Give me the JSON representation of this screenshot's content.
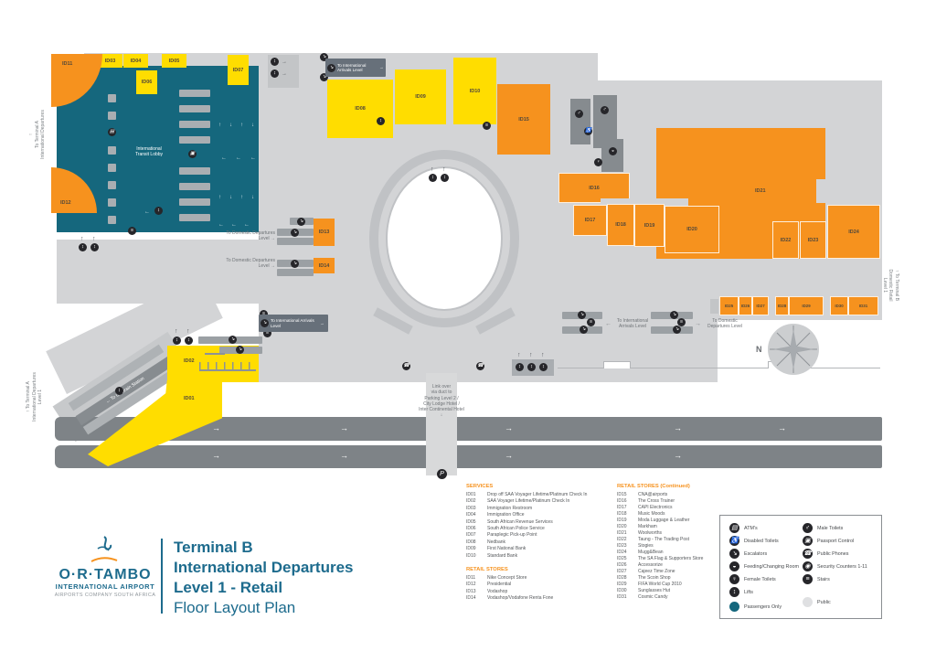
{
  "glyphs": {
    "up": "↑",
    "down": "↓",
    "left": "←",
    "right": "→",
    "phone": "☎",
    "lift": "↕",
    "escalator": "↘",
    "stairs": "≡",
    "atm": "▤",
    "passport": "▣",
    "male": "♂",
    "female": "♀",
    "disabled": "♿",
    "feeding": "◒",
    "security": "◉",
    "parking": "P",
    "north": "N"
  },
  "title_block": {
    "brand_line1": "O·R·TAMBO",
    "brand_line2": "INTERNATIONAL AIRPORT",
    "brand_line3": "AIRPORTS COMPANY SOUTH AFRICA",
    "title_line1": "Terminal B",
    "title_line2": "International Departures",
    "title_line3": "Level 1 - Retail",
    "title_line4": "Floor Layout Plan"
  },
  "map": {
    "blocks": {
      "id01": "ID01",
      "id02": "ID02",
      "id03": "ID03",
      "id04": "ID04",
      "id05": "ID05",
      "id06": "ID06",
      "id07": "ID07",
      "id08": "ID08",
      "id09": "ID09",
      "id10": "ID10",
      "id11": "ID11",
      "id12": "ID12",
      "id13": "ID13",
      "id14": "ID14",
      "id15": "ID15",
      "id16": "ID16",
      "id17": "ID17",
      "id18": "ID18",
      "id19": "ID19",
      "id20": "ID20",
      "id21": "ID21",
      "id22": "ID22",
      "id23": "ID23",
      "id24": "ID24",
      "id25": "ID25",
      "id26": "ID26",
      "id27": "ID27",
      "id28": "ID28",
      "id29": "ID29",
      "id30": "ID30",
      "id31": "ID31"
    },
    "labels": {
      "transit_lobby_l1": "International",
      "transit_lobby_l2": "Transit Lobby",
      "gautrain": "← To Gautrain Station",
      "link_l1": "Link over",
      "link_l2": "via duct to",
      "link_l3": "Parking Level 2 /",
      "link_l4": "City Lodge Hotel /",
      "link_l5": "Inter Continental Hotel",
      "to_intl_arrivals": "To International Arrivals Level",
      "to_domestic_departures": "To Domestic Departures Level"
    },
    "edge": {
      "left_l1": "To Terminal A",
      "left_l2": "International Departures",
      "left_l3": "Level 1",
      "right_l1": "To Terminal B",
      "right_l2": "Domestic Retail",
      "right_l3": "Level 1"
    }
  },
  "services": {
    "header": "SERVICES",
    "items": [
      {
        "code": "ID01",
        "name": "Drop off SAA Voyager Lifetime/Platinum Check In"
      },
      {
        "code": "ID02",
        "name": "SAA Voyager Lifetime/Platinum Check In"
      },
      {
        "code": "ID03",
        "name": "Immigration Restroom"
      },
      {
        "code": "ID04",
        "name": "Immigration Office"
      },
      {
        "code": "ID05",
        "name": "South African Revenue Services"
      },
      {
        "code": "ID06",
        "name": "South African Police Service"
      },
      {
        "code": "ID07",
        "name": "Paraplegic Pick-up Point"
      },
      {
        "code": "ID08",
        "name": "Nedbank"
      },
      {
        "code": "ID09",
        "name": "First National Bank"
      },
      {
        "code": "ID10",
        "name": "Standard Bank"
      }
    ]
  },
  "retail": {
    "header": "RETAIL STORES",
    "items": [
      {
        "code": "ID11",
        "name": "Nike Concept Store"
      },
      {
        "code": "ID12",
        "name": "Presidential"
      },
      {
        "code": "ID13",
        "name": "Vodashop"
      },
      {
        "code": "ID14",
        "name": "Vodashop/Vodafone Renta Fone"
      }
    ]
  },
  "retail_continued": {
    "header": "RETAIL STORES (Continued)",
    "items": [
      {
        "code": "ID15",
        "name": "CNA@airports"
      },
      {
        "code": "ID16",
        "name": "The Cross Trainer"
      },
      {
        "code": "ID17",
        "name": "CAPI Electronics"
      },
      {
        "code": "ID18",
        "name": "Music Moods"
      },
      {
        "code": "ID19",
        "name": "Moda Luggage & Leather"
      },
      {
        "code": "ID20",
        "name": "Markham"
      },
      {
        "code": "ID21",
        "name": "Woolworths"
      },
      {
        "code": "ID22",
        "name": "Taung - The Trading Post"
      },
      {
        "code": "ID23",
        "name": "Stogies"
      },
      {
        "code": "ID24",
        "name": "Mugg&Bean"
      },
      {
        "code": "ID25",
        "name": "The SA Flag & Supporters Store"
      },
      {
        "code": "ID26",
        "name": "Accessorize"
      },
      {
        "code": "ID27",
        "name": "Cajeez Time Zone"
      },
      {
        "code": "ID28",
        "name": "The Scoin Shop"
      },
      {
        "code": "ID29",
        "name": "FIFA World Cup 2010"
      },
      {
        "code": "ID30",
        "name": "Sunglasses Hut"
      },
      {
        "code": "ID31",
        "name": "Cosmic Candy"
      }
    ]
  },
  "legend": {
    "left": [
      {
        "label": "ATM's"
      },
      {
        "label": "Disabled Toilets"
      },
      {
        "label": "Escalators"
      },
      {
        "label": "Feeding/Changing Room"
      },
      {
        "label": "Female Toilets"
      },
      {
        "label": "Lifts"
      },
      {
        "label": "Passengers Only"
      }
    ],
    "right": [
      {
        "label": "Male Toilets"
      },
      {
        "label": "Passport Control"
      },
      {
        "label": "Public Phones"
      },
      {
        "label": "Security Counters 1-11"
      },
      {
        "label": "Stairs"
      },
      {
        "label": "Public"
      }
    ]
  },
  "colors": {
    "teal": "#15677d",
    "yellow": "#ffdd00",
    "orange": "#f6921e",
    "road": "#7e8387",
    "public_gray": "#dfe0e2"
  }
}
